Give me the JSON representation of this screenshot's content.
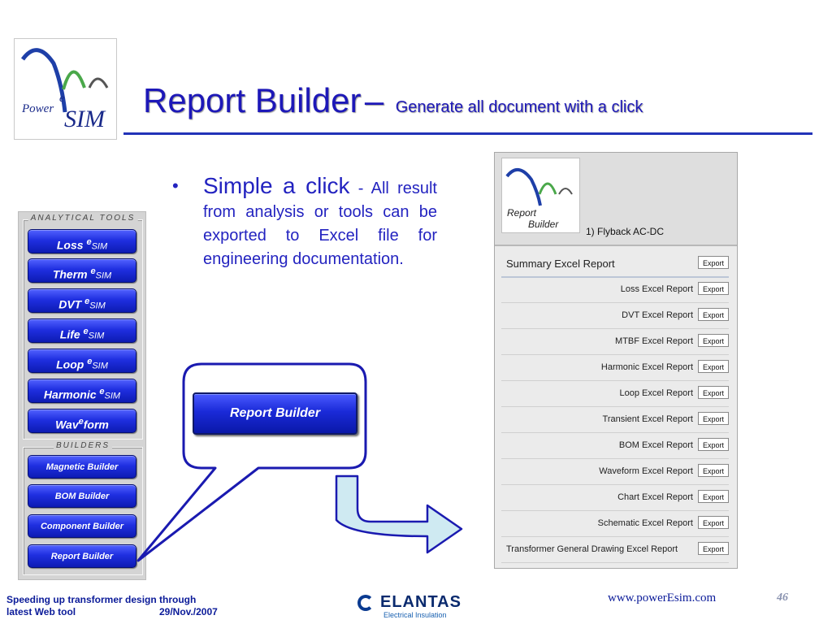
{
  "logo": {
    "power": "Power",
    "e": "e",
    "sim": "SIM"
  },
  "title": {
    "main": "Report Builder",
    "dash": "–",
    "subtitle": "Generate all document with a click"
  },
  "bullet": {
    "lead": "Simple a click",
    "rest": "- All result from analysis or tools can be exported to Excel file for engineering documentation."
  },
  "tools": {
    "analytical_label": "ANALYTICAL TOOLS",
    "builders_label": "BUILDERS",
    "analytical": [
      {
        "name": "Loss",
        "e": "e",
        "suffix": "SIM"
      },
      {
        "name": "Therm",
        "e": "e",
        "suffix": "SIM"
      },
      {
        "name": "DVT",
        "e": "e",
        "suffix": "SIM"
      },
      {
        "name": "Life",
        "e": "e",
        "suffix": "SIM"
      },
      {
        "name": "Loop",
        "e": "e",
        "suffix": "SIM"
      },
      {
        "name": "Harmonic",
        "e": "e",
        "suffix": "SIM"
      },
      {
        "name": "Wav",
        "e": "e",
        "suffix": "form"
      }
    ],
    "builders": [
      "Magnetic Builder",
      "BOM Builder",
      "Component Builder",
      "Report Builder"
    ]
  },
  "callout_button": "Report Builder",
  "report_panel": {
    "logo_line1": "Report",
    "logo_line2": "Builder",
    "project": "1) Flyback AC-DC",
    "export_label": "Export",
    "summary": "Summary Excel Report",
    "reports": [
      "Loss Excel Report",
      "DVT Excel Report",
      "MTBF Excel Report",
      "Harmonic Excel Report",
      "Loop Excel Report",
      "Transient Excel Report",
      "BOM Excel Report",
      "Waveform Excel Report",
      "Chart Excel Report",
      "Schematic Excel Report",
      "Transformer General Drawing Excel Report"
    ]
  },
  "footer": {
    "line1": "Speeding up transformer design through",
    "line2": "latest Web tool",
    "date": "29/Nov./2007",
    "company": "ELANTAS",
    "company_sub": "Electrical Insulation",
    "url": "www.powerEsim.com",
    "page": "46"
  },
  "colors": {
    "title": "#1d18b8",
    "button": "#1f2fe0",
    "footer": "#0b1b99",
    "arrow": "#cfeaf2"
  }
}
